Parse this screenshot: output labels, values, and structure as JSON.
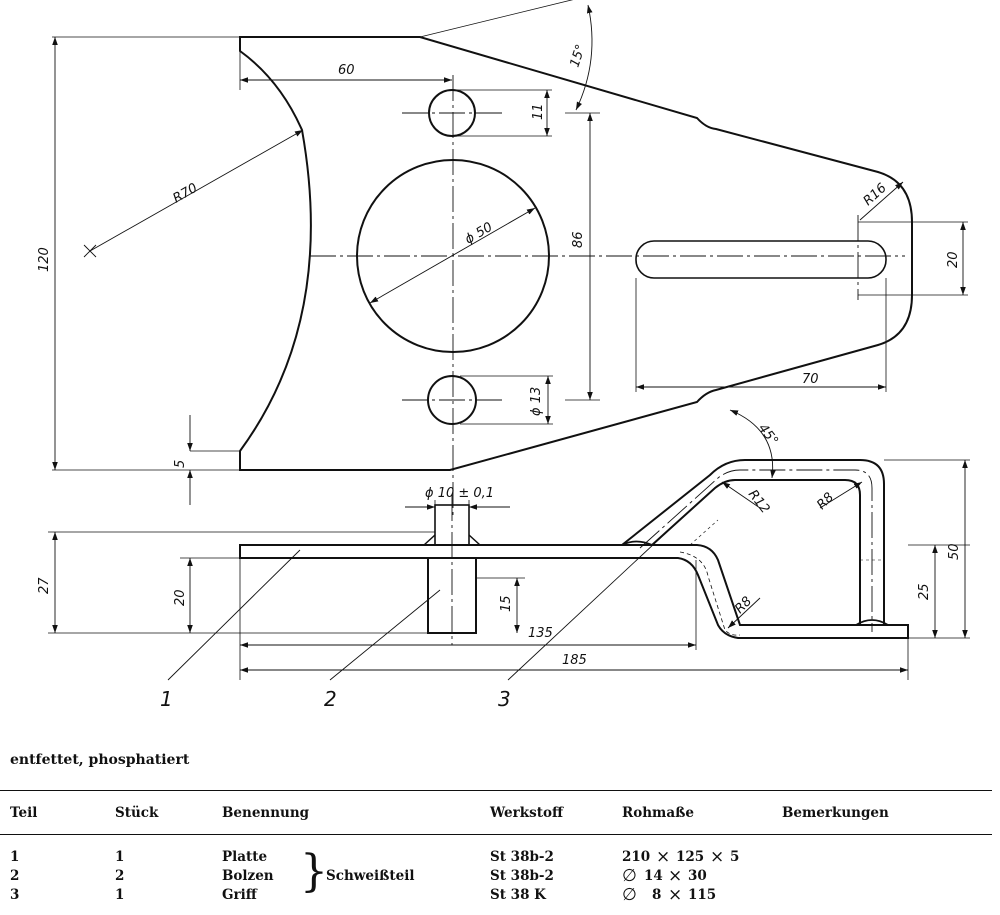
{
  "dimensions": {
    "d60": "60",
    "d11": "11",
    "d15deg": "15°",
    "dR70": "R70",
    "dphi50": "ϕ 50",
    "d86": "86",
    "d120": "120",
    "dR16": "R16",
    "d20a": "20",
    "d70": "70",
    "dphi13": "ϕ 13",
    "d5": "5",
    "dphi10": "ϕ 10 ± 0,1",
    "d45deg": "45°",
    "dR12": "R12",
    "dR8a": "R8",
    "dR8b": "R8",
    "d50": "50",
    "d27": "27",
    "d20b": "20",
    "d15": "15",
    "d135": "135",
    "d25": "25",
    "d185": "185"
  },
  "part_labels": [
    "1",
    "2",
    "3"
  ],
  "note": "entfettet, phosphatiert",
  "table": {
    "headers": {
      "teil": "Teil",
      "stueck": "Stück",
      "benennung": "Benennung",
      "werkstoff": "Werkstoff",
      "rohmasse": "Rohmaße",
      "bemerkungen": "Bemerkungen"
    },
    "group_label": "Schweißteil",
    "rows": [
      {
        "teil": "1",
        "stueck": "1",
        "benennung": "Platte",
        "werkstoff": "St 38b-2",
        "rohmasse": [
          "210",
          "125",
          "5"
        ]
      },
      {
        "teil": "2",
        "stueck": "2",
        "benennung": "Bolzen",
        "werkstoff": "St 38b-2",
        "rohmasse": [
          "14",
          "30"
        ]
      },
      {
        "teil": "3",
        "stueck": "1",
        "benennung": "Griff",
        "werkstoff": "St 38 K",
        "rohmasse": [
          "8",
          "115"
        ]
      }
    ],
    "symbols": {
      "times": "×",
      "diameter": "∅"
    }
  }
}
